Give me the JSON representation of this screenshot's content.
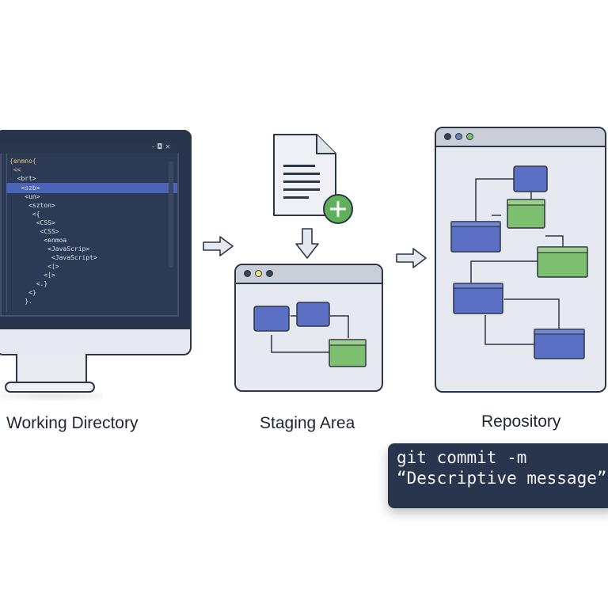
{
  "labels": {
    "working_directory": "Working Directory",
    "staging_area": "Staging Area",
    "repository": "Repository"
  },
  "editor": {
    "controls": "- ◘ ×",
    "code_lines": [
      "{enmno{",
      " <<",
      "  <brt>",
      "   <szb>",
      "    <un>",
      "     <szton>",
      "      <{",
      "       <CSS>",
      "        <CSS>",
      "         <enmoa",
      "          <JavaScrip>",
      "           <JavaScript>",
      "          <[>",
      "         <[>",
      "       <.}",
      "     <}",
      "    }."
    ]
  },
  "terminal": {
    "line1": "git commit -m",
    "line2": "“Descriptive message”"
  },
  "colors": {
    "node_blue": "#5b70c4",
    "node_green": "#7cbf6e",
    "outline": "#2d3644",
    "panel_bg": "#e6e9f0",
    "terminal_bg": "#28354d",
    "plus_badge": "#5fb05a"
  },
  "icons": {
    "document": "document-icon",
    "plus": "plus-icon",
    "arrow": "arrow-right-icon"
  }
}
